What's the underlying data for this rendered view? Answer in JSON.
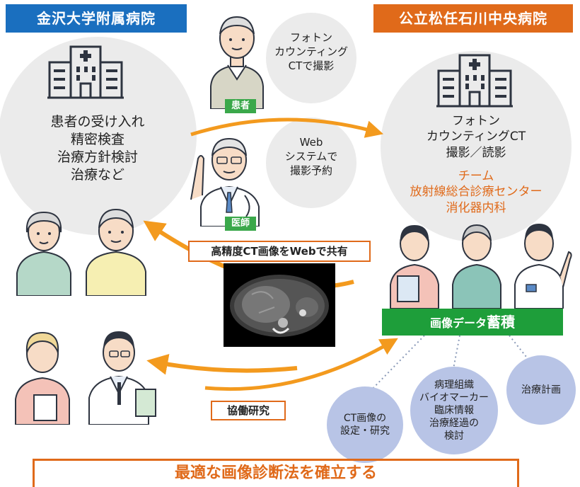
{
  "left_hospital": {
    "name": "金沢大学附属病院",
    "color": "#1a6fbf",
    "lines": [
      "患者の受け入れ",
      "精密検査",
      "治療方針検討",
      "治療など"
    ]
  },
  "right_hospital": {
    "name": "公立松任石川中央病院",
    "color": "#e06a1a",
    "lines": [
      "フォトン",
      "カウンティングCT",
      "撮影／読影"
    ],
    "team_lines": [
      "チーム",
      "放射線総合診療センター",
      "消化器内科"
    ]
  },
  "patient": {
    "tag": "患者",
    "bubble_lines": [
      "フォトン",
      "カウンティング",
      "CTで撮影"
    ]
  },
  "doctor": {
    "tag": "医師",
    "bubble_lines": [
      "Web",
      "システムで",
      "撮影予約"
    ]
  },
  "share_label": "高精度CT画像をWebで共有",
  "data_bar": {
    "prefix": "画像データ",
    "emph": "蓄積",
    "color": "#1e9e3a"
  },
  "collab_label": "協働研究",
  "bubbles": {
    "b1": [
      "CT画像の",
      "設定・研究"
    ],
    "b2": [
      "病理組織",
      "バイオマーカー",
      "臨床情報",
      "治療経過の",
      "検討"
    ],
    "b3": [
      "治療計画"
    ]
  },
  "footer": "最適な画像診断法を確立する",
  "colors": {
    "orange": "#e06a1a",
    "blue": "#1a6fbf",
    "green": "#1e9e3a",
    "arrow": "#f39a1e",
    "bubble": "#b8c4e6",
    "gray": "#ebebeb"
  }
}
